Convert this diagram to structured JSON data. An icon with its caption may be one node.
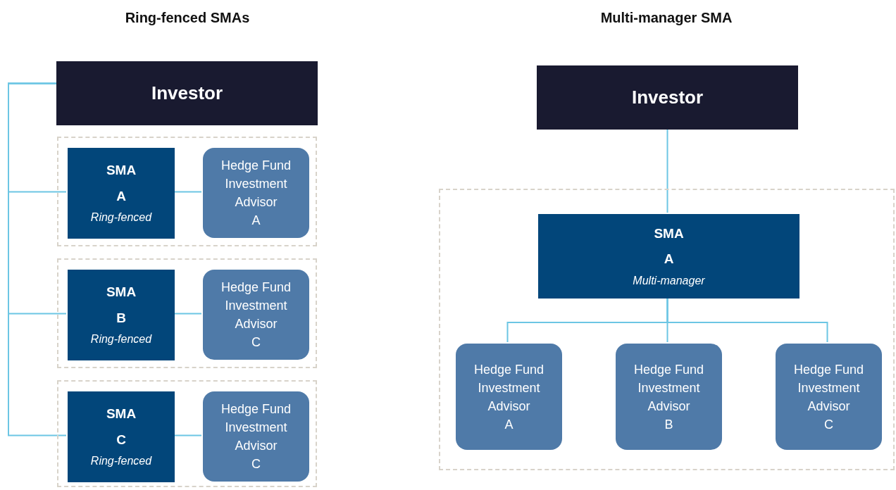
{
  "diagram": {
    "nodes": [
      {
        "text": [
          "Investor"
        ]
      },
      {
        "text": [],
        "shape": "box"
      },
      {
        "text": [
          "SMA",
          "A",
          "Ring-fenced"
        ],
        "in": 1
      },
      {
        "text": [
          "Hedge Fund Investment Advisor",
          "A"
        ],
        "in": 1
      },
      {
        "text": [],
        "shape": "box"
      },
      {
        "text": [
          "SMA",
          "B",
          "Ring-fenced"
        ],
        "in": 4
      },
      {
        "text": [
          "Hedge Fund Investment Advisor",
          "C"
        ],
        "in": 4
      },
      {
        "text": [],
        "shape": "box"
      },
      {
        "text": [
          "SMA",
          "C",
          "Ring-fenced"
        ],
        "in": 7
      },
      {
        "text": [
          "Hedge Fund Investment Advisor",
          "C"
        ],
        "in": 7
      },
      {
        "text": [
          "Investor"
        ]
      },
      {
        "text": [],
        "shape": "box"
      },
      {
        "text": [
          "SMA",
          "A",
          "Multi-manager"
        ],
        "in": 11
      },
      {
        "text": [
          "Hedge Fund Investment Advisor",
          "A"
        ],
        "in": 11
      },
      {
        "text": [
          "Hedge Fund Investment Advisor",
          "B"
        ],
        "in": 11
      },
      {
        "text": [
          "Hedge Fund Investment Advisor",
          "C"
        ],
        "in": 11
      }
    ],
    "edges": [
      {
        "from": 0,
        "to": 2,
        "arrow": "none"
      },
      {
        "from": 0,
        "to": 5,
        "arrow": "none"
      },
      {
        "from": 0,
        "to": 8,
        "arrow": "none"
      },
      {
        "from": 2,
        "to": 3,
        "arrow": "none"
      },
      {
        "from": 5,
        "to": 6,
        "arrow": "none"
      },
      {
        "from": 8,
        "to": 9,
        "arrow": "none"
      },
      {
        "from": 10,
        "to": 12,
        "arrow": "none"
      },
      {
        "from": 12,
        "to": 13,
        "arrow": "none"
      },
      {
        "from": 12,
        "to": 14,
        "arrow": "none"
      },
      {
        "from": 12,
        "to": 15,
        "arrow": "none"
      }
    ],
    "labels": [
      "Ring-fenced SMAs",
      "Multi-manager SMA"
    ]
  }
}
